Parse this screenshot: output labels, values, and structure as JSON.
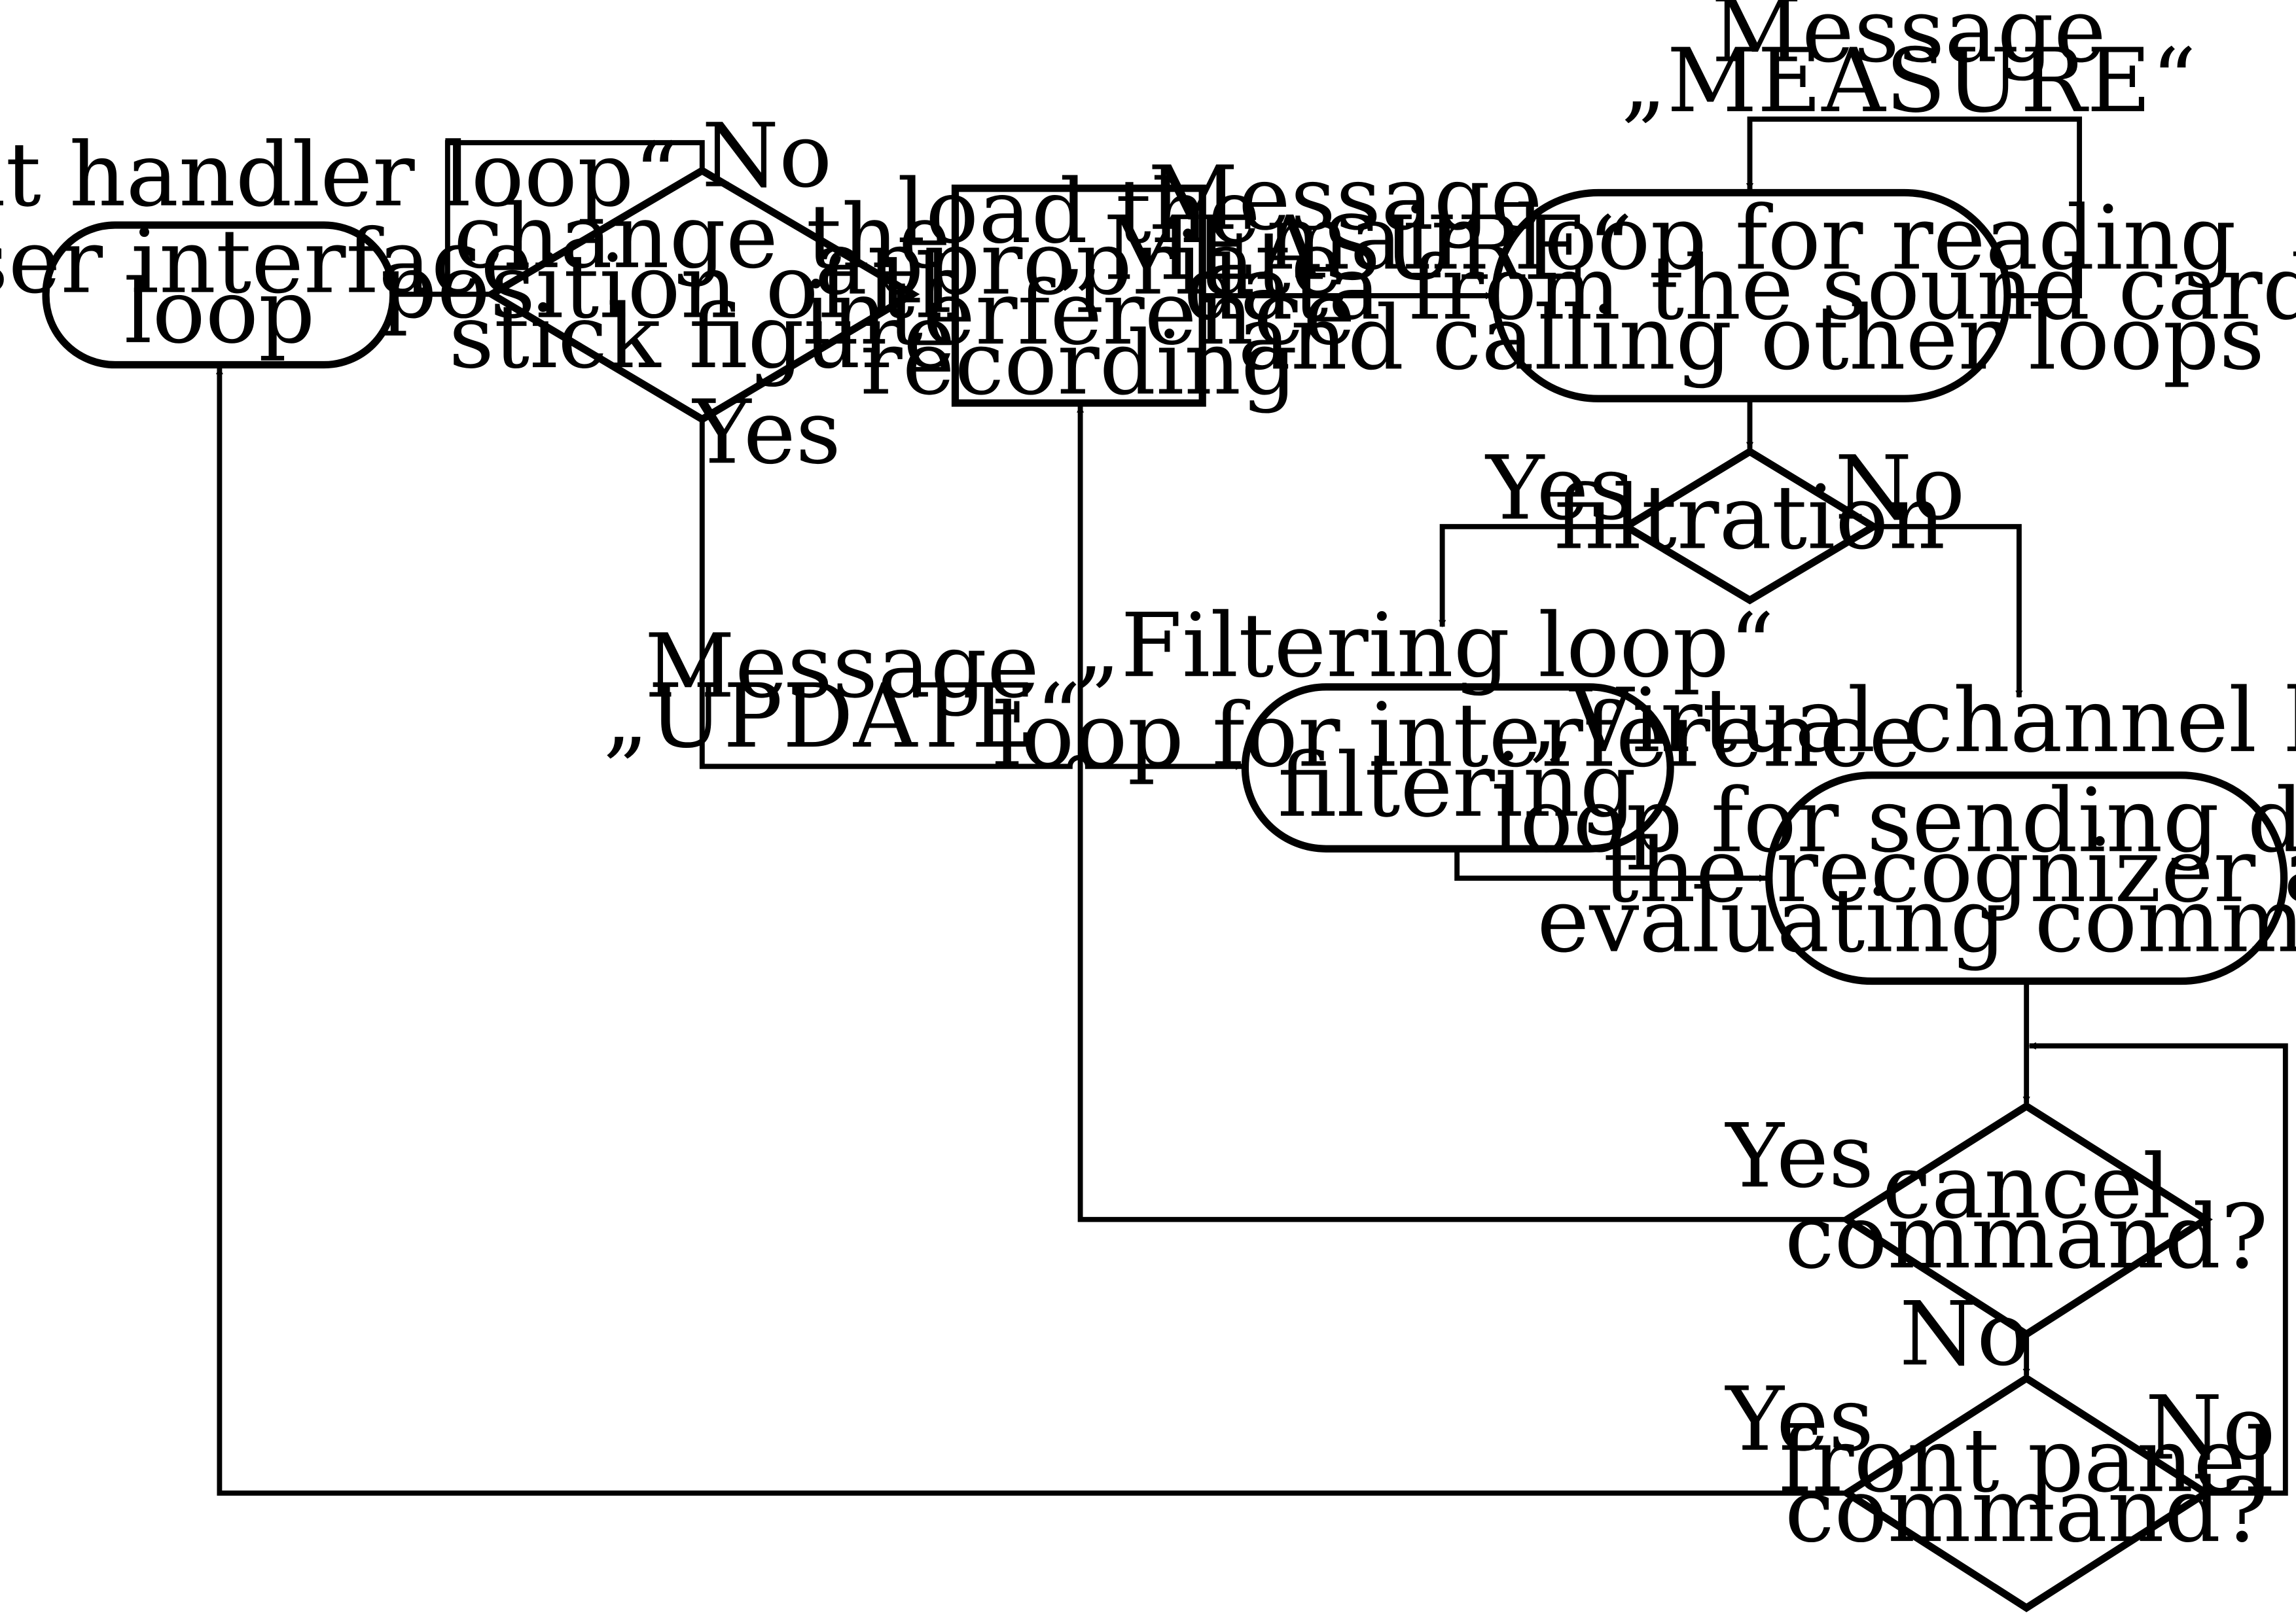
{
  "labels": {
    "event_handler_loop": "„Event handler loop“",
    "filtering_loop": "„Filtering loop“",
    "virtual_channel_loop": "„Virtual channel loop“"
  },
  "nodes": {
    "user_interface_loop": [
      "user interface",
      "loop"
    ],
    "change_position": [
      "change the",
      "position of the",
      "stick figure"
    ],
    "load_recording": [
      "load the",
      "appropriate",
      "interference",
      "recording"
    ],
    "main_loop": [
      "main loop for reading",
      "data from the sound card",
      "and calling other loops"
    ],
    "filtration": [
      "filtration"
    ],
    "filtering_loop": [
      "loop for interference",
      "filtering"
    ],
    "virtual_channel_loop": [
      "loop for sending data to",
      "the recognizer and",
      "evaluating commands"
    ],
    "cancel_command": [
      "cancel",
      "command?"
    ],
    "front_panel_command": [
      "front panel",
      "command?"
    ]
  },
  "edge_labels": {
    "change_no": "No",
    "change_yes": "Yes",
    "measure_top": [
      "Message",
      "„MEASURE“"
    ],
    "measure_mid": [
      "Message",
      "„MEASURE“"
    ],
    "update": [
      "Message",
      "„UPDATE“"
    ],
    "filtration_yes": "Yes",
    "filtration_no": "No",
    "cancel_yes": "Yes",
    "cancel_no": "No",
    "front_yes": "Yes",
    "front_no": "No"
  }
}
